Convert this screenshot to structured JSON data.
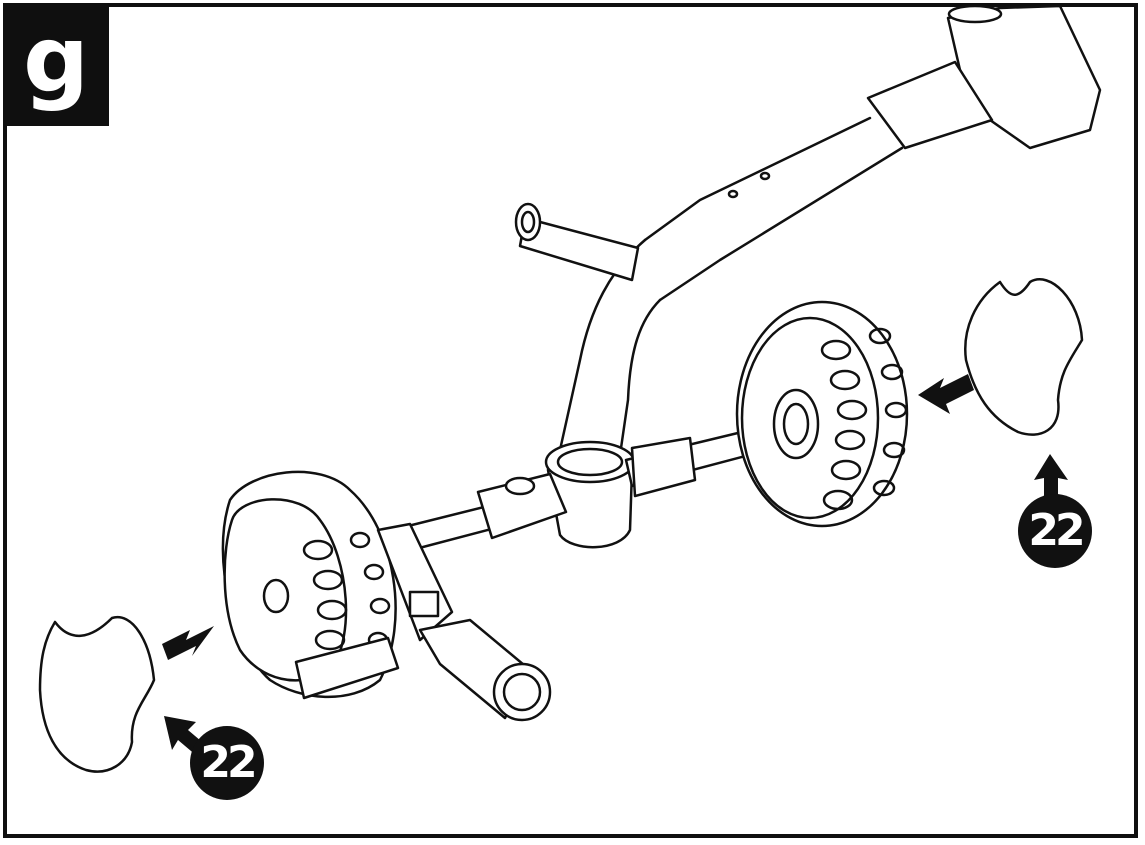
{
  "step": {
    "label": "g"
  },
  "callouts": [
    {
      "part_number": "22"
    },
    {
      "part_number": "22"
    }
  ],
  "colors": {
    "ink": "#111111",
    "paper": "#ffffff"
  }
}
